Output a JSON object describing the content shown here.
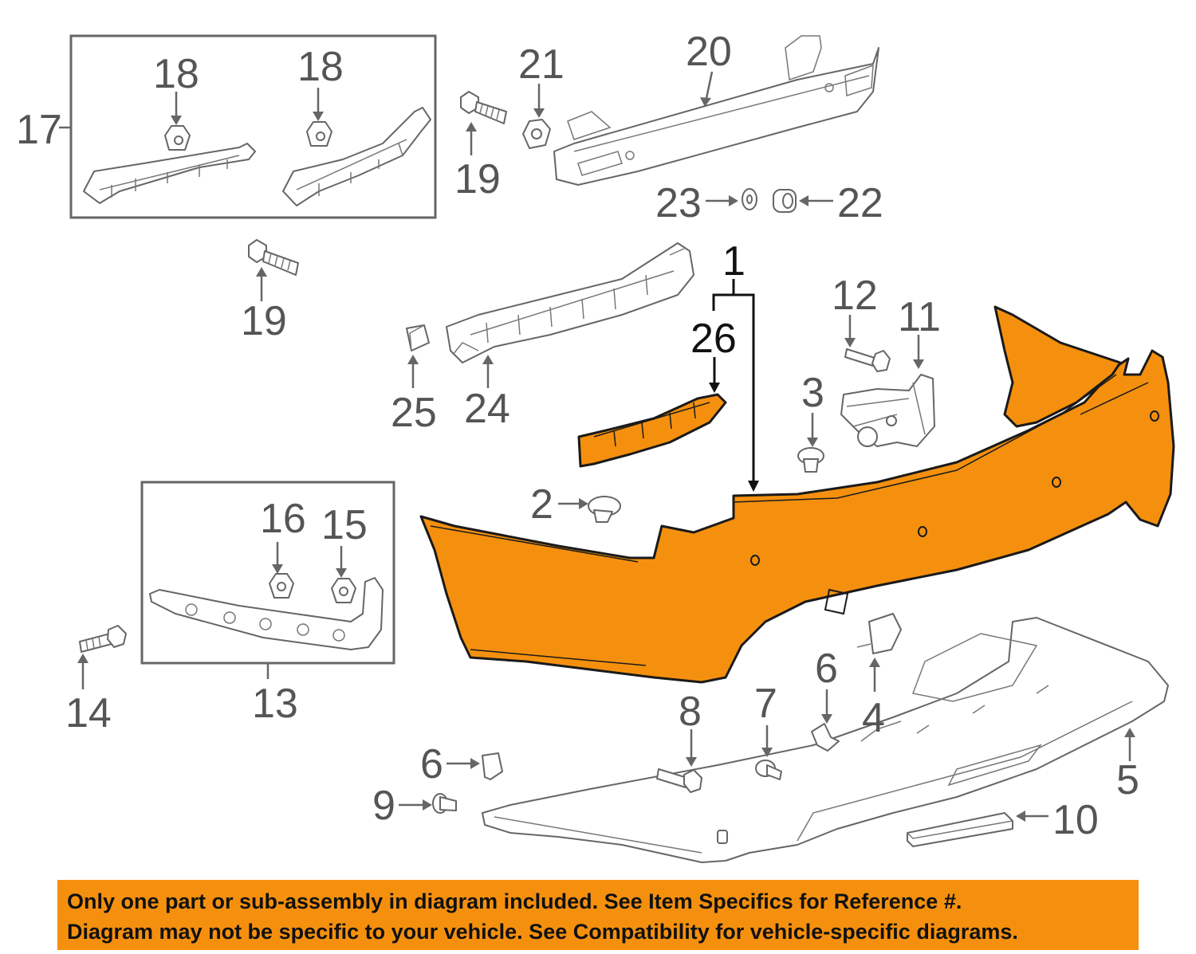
{
  "diagram": {
    "callouts": {
      "c1": "1",
      "c2": "2",
      "c3": "3",
      "c4": "4",
      "c5": "5",
      "c6a": "6",
      "c6b": "6",
      "c7": "7",
      "c8": "8",
      "c9": "9",
      "c10": "10",
      "c11": "11",
      "c12": "12",
      "c13": "13",
      "c14": "14",
      "c15": "15",
      "c16": "16",
      "c17": "17",
      "c18a": "18",
      "c18b": "18",
      "c19a": "19",
      "c19b": "19",
      "c20": "20",
      "c21": "21",
      "c22": "22",
      "c23": "23",
      "c24": "24",
      "c25": "25",
      "c26": "26"
    },
    "highlight_color": "#f5900e"
  },
  "disclaimer": {
    "line1": "Only one part or sub-assembly in diagram included. See Item Specifics for Reference #.",
    "line2": "Diagram may not be specific to your vehicle. See Compatibility for vehicle-specific diagrams."
  }
}
